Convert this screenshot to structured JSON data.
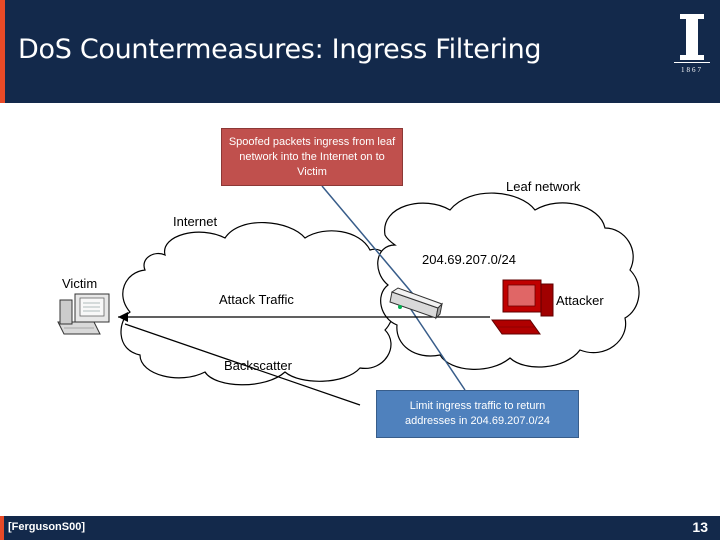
{
  "slide": {
    "title": "DoS Countermeasures: Ingress Filtering",
    "logo_text": "1867",
    "citation": "[FergusonS00]",
    "page_number": "13"
  },
  "diagram": {
    "callouts": {
      "spoofed": "Spoofed packets ingress from leaf network into the Internet on to Victim",
      "limit": "Limit ingress traffic to return addresses in 204.69.207.0/24"
    },
    "labels": {
      "leaf_network": "Leaf network",
      "internet": "Internet",
      "subnet": "204.69.207.0/24",
      "victim": "Victim",
      "attack_traffic": "Attack Traffic",
      "attacker": "Attacker",
      "backscatter": "Backscatter"
    }
  },
  "colors": {
    "header": "#13294b",
    "accent": "#e84a27",
    "red_callout": "#c0504d",
    "blue_callout": "#4f81bd"
  }
}
